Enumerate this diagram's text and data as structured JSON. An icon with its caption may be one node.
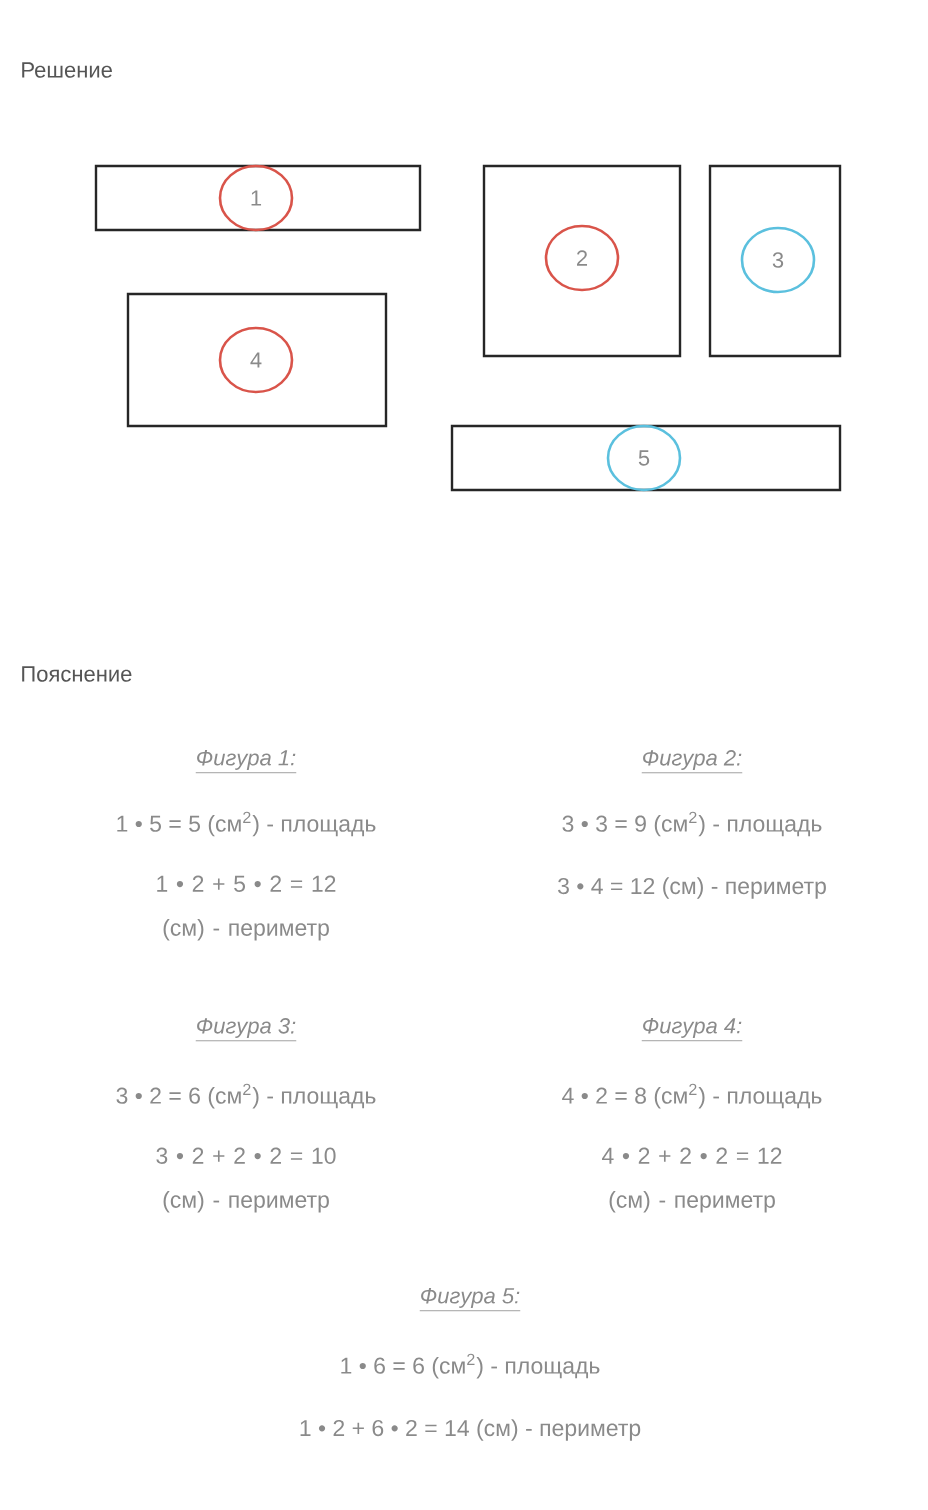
{
  "diagram": {
    "nodes": [
      {
        "text": [],
        "shape": "box"
      },
      {
        "text": [
          "1"
        ],
        "in": 0
      },
      {
        "text": [],
        "shape": "box"
      },
      {
        "text": [
          "2"
        ],
        "in": 2
      },
      {
        "text": [],
        "shape": "box"
      },
      {
        "text": [
          "3"
        ],
        "in": 4
      },
      {
        "text": [],
        "shape": "box"
      },
      {
        "text": [
          "4"
        ],
        "in": 6
      },
      {
        "text": [],
        "shape": "box"
      },
      {
        "text": [
          "5"
        ],
        "in": 8
      }
    ],
    "edges": [],
    "labels": [
      "Решение",
      "Пояснение",
      "Фигура 1:",
      "Фигура 2:",
      "1 • 5 = 5 (см$^{2}$) - площадь",
      "3 • 3 = 9 (см$^{2}$) - площадь",
      "1 • 2 + 5 • 2 = 12 (см) - периметр",
      "3 • 4 = 12 (см) - периметр",
      "Фигура 3:",
      "Фигура 4:",
      "3 • 2 = 6 (см$^{2}$) - площадь",
      "4 • 2 = 8 (см$^{2}$) - площадь",
      "3 • 2 + 2 • 2 = 10 (см) - периметр",
      "4 • 2 + 2 • 2 = 12 (см) - периметр",
      "Фигура 5:",
      "1 • 6 = 6 (см$^{2}$) - площадь",
      "1 • 2 + 6 • 2 = 14 (см) - периметр"
    ]
  }
}
